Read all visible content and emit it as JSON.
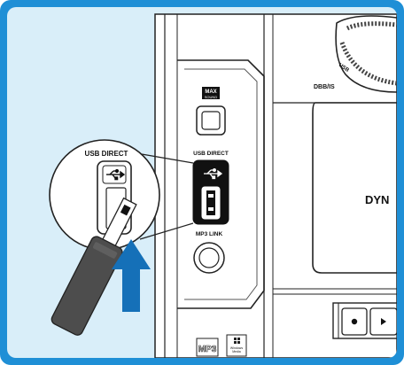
{
  "labels": {
    "usb_direct_callout": "USB DIRECT",
    "usb_direct_device": "USB DIRECT",
    "max_sound_line1": "MAX",
    "max_sound_line2": "SOUND",
    "dbb_is": "DBB/IS",
    "mp3_link": "MP3 LINK",
    "usb_on_knob": "USB",
    "dyn_partial": "DYN",
    "mp3_badge": "MP3",
    "windows_badge_line1": "Windows",
    "windows_badge_line2": "Media"
  },
  "colors": {
    "frame": "#1f8fd6",
    "panel": "#d9eef9",
    "arrow": "#1570b8",
    "stick": "#4d4d4d",
    "device": "#ffffff",
    "line": "#222222"
  },
  "icons": {
    "usb_symbol": "usb-icon",
    "insert_direction": "arrow-up-icon",
    "record": "record-icon",
    "play": "play-icon"
  }
}
